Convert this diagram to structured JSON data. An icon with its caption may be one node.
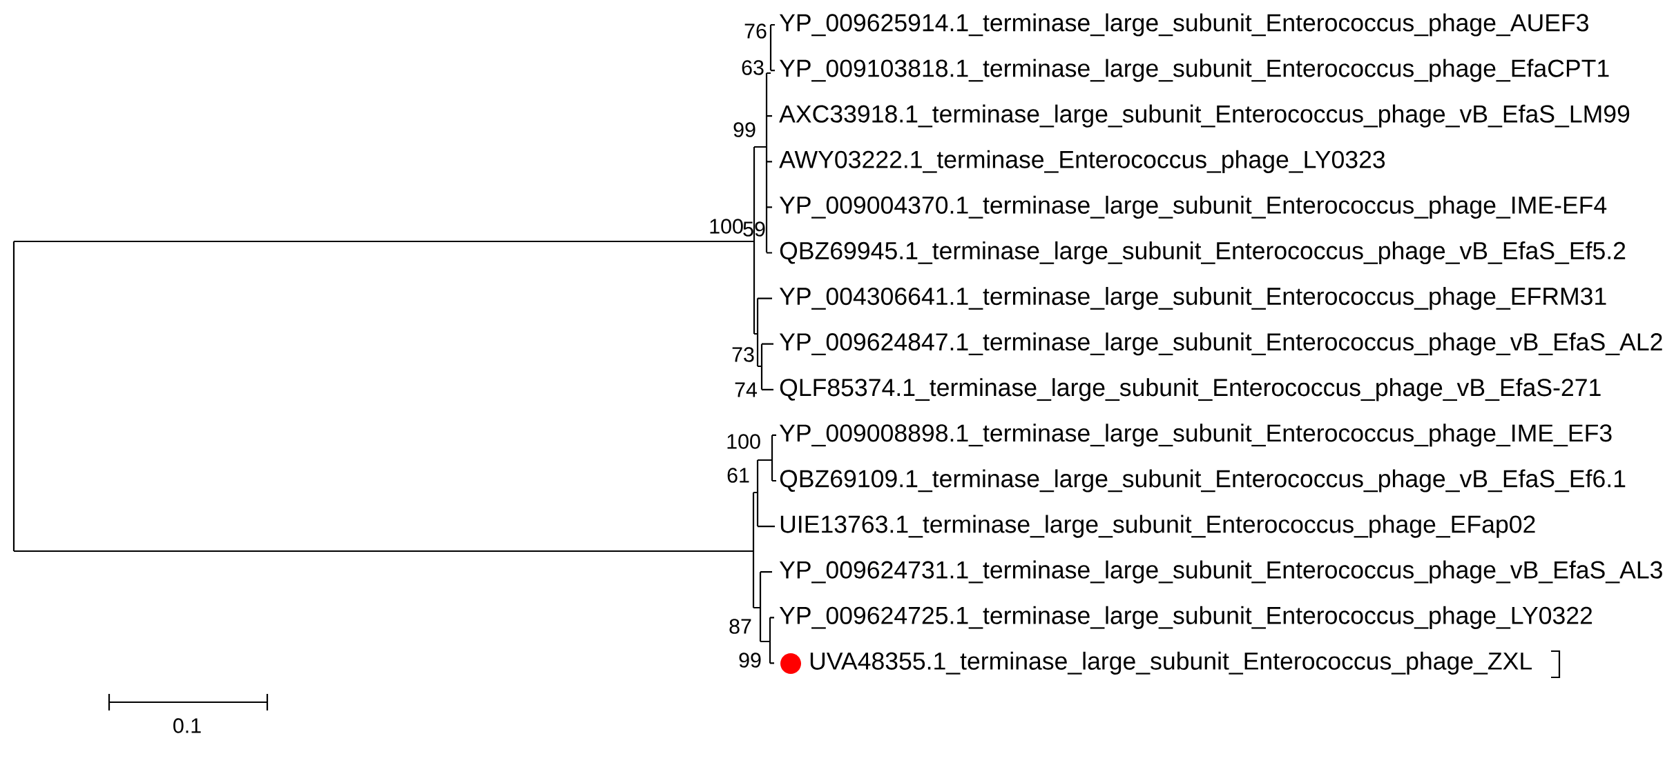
{
  "diagram": {
    "labels": [
      "YP_009625914.1_terminase_large_subunit_Enterococcus_phage_AUEF3",
      "YP_009103818.1_terminase_large_subunit_Enterococcus_phage_EfaCPT1",
      "AXC33918.1_terminase_large_subunit_Enterococcus_phage_vB_EfaS_LM99",
      "AWY03222.1_terminase_Enterococcus_phage_LY0323",
      "YP_009004370.1_terminase_large_subunit_Enterococcus_phage_IME-EF4",
      "QBZ69945.1_terminase_large_subunit_Enterococcus_phage_vB_EfaS_Ef5.2",
      "YP_004306641.1_terminase_large_subunit_Enterococcus_phage_EFRM31",
      "YP_009624847.1_terminase_large_subunit_Enterococcus_phage_vB_EfaS_AL2",
      "QLF85374.1_terminase_large_subunit_Enterococcus_phage_vB_EfaS-271",
      "YP_009008898.1_terminase_large_subunit_Enterococcus_phage_IME_EF3",
      "QBZ69109.1_terminase_large_subunit_Enterococcus_phage_vB_EfaS_Ef6.1",
      "UIE13763.1_terminase_large_subunit_Enterococcus_phage_EFap02",
      "YP_009624731.1_terminase_large_subunit_Enterococcus_phage_vB_EfaS_AL3",
      "YP_009624725.1_terminase_large_subunit_Enterococcus_phage_LY0322",
      "UVA48355.1_terminase_large_subunit_Enterococcus_phage_ZXL",
      "76",
      "63",
      "99",
      "100",
      "59",
      "73",
      "74",
      "100",
      "61",
      "87",
      "99",
      "0.1"
    ]
  }
}
